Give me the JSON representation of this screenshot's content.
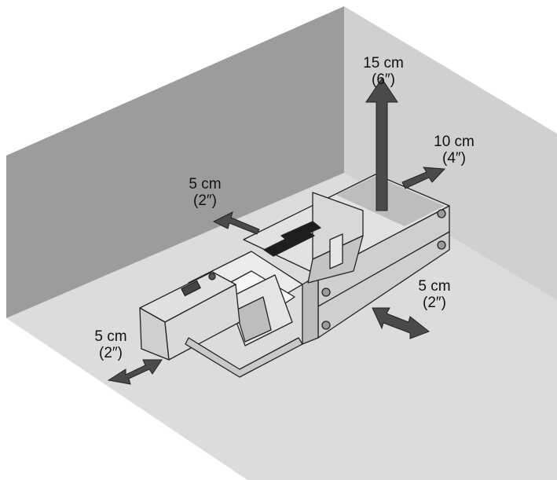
{
  "clearances": {
    "top": {
      "metric": "15 cm",
      "imperial": "(6″)"
    },
    "back": {
      "metric": "10 cm",
      "imperial": "(4″)"
    },
    "left": {
      "metric": "5 cm",
      "imperial": "(2″)"
    },
    "right": {
      "metric": "5 cm",
      "imperial": "(2″)"
    },
    "front": {
      "metric": "5 cm",
      "imperial": "(2″)"
    }
  },
  "colors": {
    "left_wall": "#9b9b9b",
    "back_wall": "#cfcfcf",
    "floor": "#dcdcdc",
    "arrow": "#4a4a4a",
    "device_body": "#d6d6d6",
    "device_dark": "#2a2a2a"
  }
}
